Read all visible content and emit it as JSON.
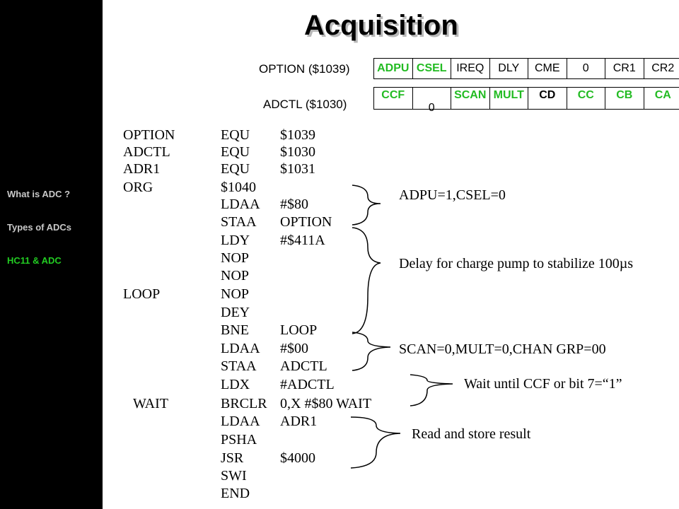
{
  "sidebar": {
    "items": [
      {
        "label": "What is ADC ?",
        "active": false
      },
      {
        "label": "Types of ADCs",
        "active": false
      },
      {
        "label": "HC11 & ADC",
        "active": true
      }
    ]
  },
  "slide": {
    "title": "Acquisition"
  },
  "registers": {
    "option": {
      "label": "OPTION ($1039)",
      "bits": [
        {
          "text": "ADPU",
          "style": "green"
        },
        {
          "text": "CSEL",
          "style": "green"
        },
        {
          "text": "IREQ",
          "style": "normal"
        },
        {
          "text": "DLY",
          "style": "normal"
        },
        {
          "text": "CME",
          "style": "normal"
        },
        {
          "text": "0",
          "style": "normal"
        },
        {
          "text": "CR1",
          "style": "normal"
        },
        {
          "text": "CR2",
          "style": "normal"
        }
      ]
    },
    "adctl": {
      "label": "ADCTL ($1030)",
      "bits": [
        {
          "text": "CCF",
          "style": "green"
        },
        {
          "text": "0",
          "style": "normal"
        },
        {
          "text": "SCAN",
          "style": "green"
        },
        {
          "text": "MULT",
          "style": "green"
        },
        {
          "text": "CD",
          "style": "bold"
        },
        {
          "text": "CC",
          "style": "green"
        },
        {
          "text": "CB",
          "style": "green"
        },
        {
          "text": "CA",
          "style": "green"
        }
      ]
    }
  },
  "code": [
    {
      "label": "OPTION",
      "op": "EQU",
      "operand": "$1039"
    },
    {
      "label": "ADCTL",
      "op": "EQU",
      "operand": "$1030"
    },
    {
      "label": "ADR1",
      "op": "EQU",
      "operand": "$1031"
    },
    {
      "label": "ORG",
      "op": "$1040",
      "operand": ""
    },
    {
      "label": "",
      "op": "LDAA",
      "operand": "#$80"
    },
    {
      "label": "",
      "op": "STAA",
      "operand": "OPTION"
    },
    {
      "label": "",
      "op": "LDY",
      "operand": "#$411A"
    },
    {
      "label": "",
      "op": "NOP",
      "operand": ""
    },
    {
      "label": "",
      "op": "NOP",
      "operand": ""
    },
    {
      "label": "LOOP",
      "op": "NOP",
      "operand": ""
    },
    {
      "label": "",
      "op": "DEY",
      "operand": ""
    },
    {
      "label": "",
      "op": "BNE",
      "operand": "LOOP"
    },
    {
      "label": "",
      "op": "LDAA",
      "operand": "#$00"
    },
    {
      "label": "",
      "op": "STAA",
      "operand": "ADCTL"
    },
    {
      "label": "",
      "op": "LDX",
      "operand": "#ADCTL"
    },
    {
      "label": "WAIT",
      "op": "BRCLR",
      "operand": "0,X #$80 WAIT"
    },
    {
      "label": "",
      "op": "LDAA",
      "operand": "ADR1"
    },
    {
      "label": "",
      "op": "PSHA",
      "operand": ""
    },
    {
      "label": "",
      "op": "JSR",
      "operand": "$4000"
    },
    {
      "label": "",
      "op": "SWI",
      "operand": ""
    },
    {
      "label": "",
      "op": "END",
      "operand": ""
    }
  ],
  "annotations": [
    {
      "text": "ADPU=1,CSEL=0"
    },
    {
      "text": "Delay for charge pump to stabilize 100µs"
    },
    {
      "text": "SCAN=0,MULT=0,CHAN GRP=00"
    },
    {
      "text": "Wait until CCF or bit 7=“1”"
    },
    {
      "text": "Read and store result"
    }
  ]
}
